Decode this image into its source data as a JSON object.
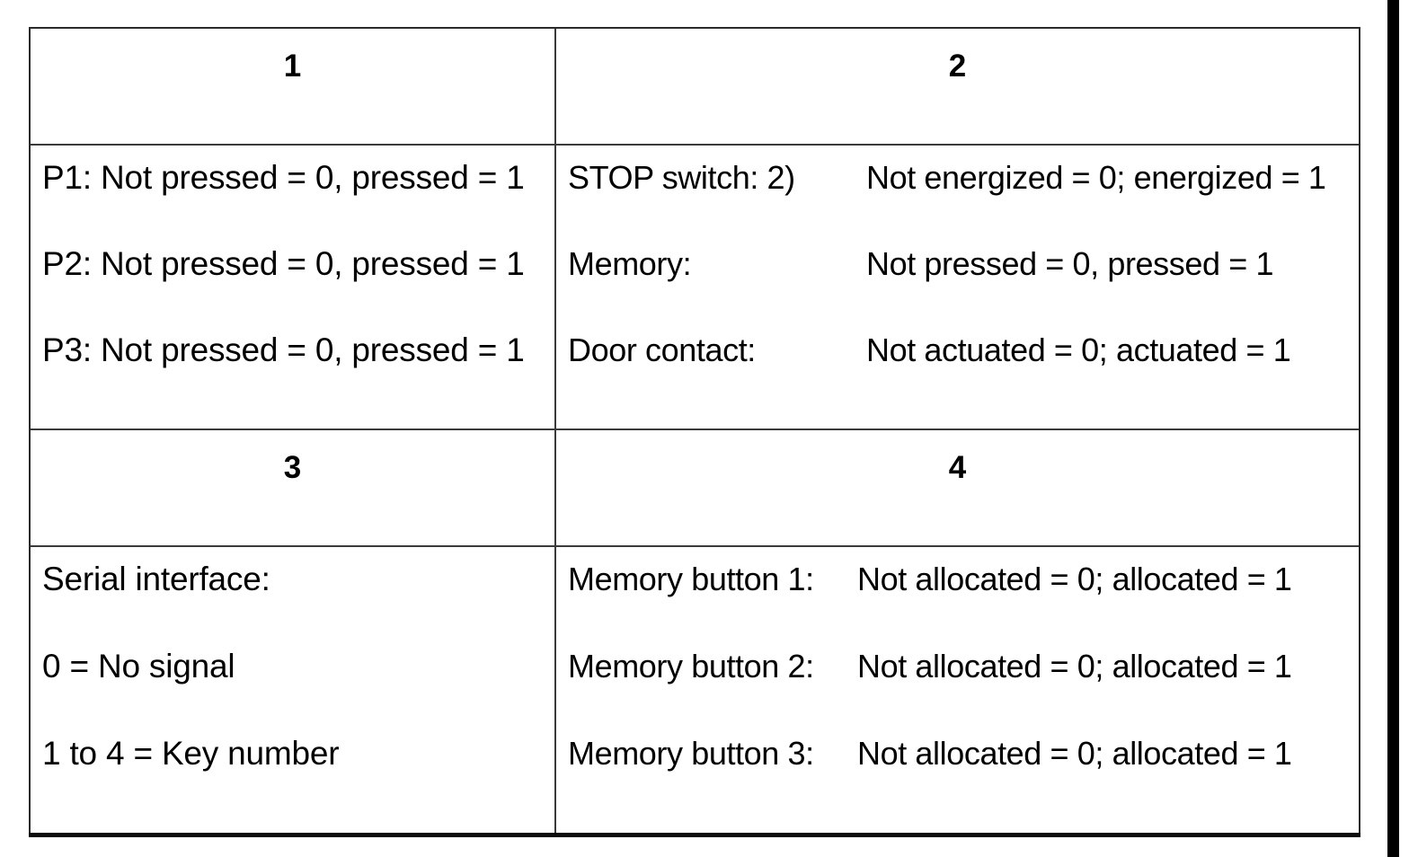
{
  "document": {
    "kind": "scanned-patent-table",
    "quadrants": [
      {
        "number": "1",
        "rows": [
          {
            "label": "",
            "value": "",
            "single": "P1: Not pressed = 0, pressed = 1"
          },
          {
            "label": "",
            "value": "",
            "single": "P2: Not pressed = 0, pressed = 1"
          },
          {
            "label": "",
            "value": "",
            "single": "P3: Not pressed = 0, pressed = 1"
          }
        ]
      },
      {
        "number": "2",
        "rows": [
          {
            "label": "STOP switch: 2)",
            "value": "Not energized = 0; energized = 1"
          },
          {
            "label": "Memory:",
            "value": "Not pressed = 0, pressed = 1"
          },
          {
            "label": "Door contact:",
            "value": "Not actuated = 0; actuated = 1"
          }
        ]
      },
      {
        "number": "3",
        "rows": [
          {
            "single": "Serial interface:"
          },
          {
            "single": "0 = No signal"
          },
          {
            "single": "1 to 4 = Key number"
          }
        ]
      },
      {
        "number": "4",
        "rows": [
          {
            "label": "Memory button 1:",
            "value": "Not allocated = 0; allocated = 1"
          },
          {
            "label": "Memory button 2:",
            "value": "Not allocated = 0; allocated = 1"
          },
          {
            "label": "Memory button 3:",
            "value": "Not allocated = 0; allocated = 1"
          }
        ]
      }
    ],
    "colors": {
      "ink": "#000000",
      "paper": "#ffffff",
      "rule": "#3a3a3a",
      "scan_bar": "#000000"
    }
  }
}
